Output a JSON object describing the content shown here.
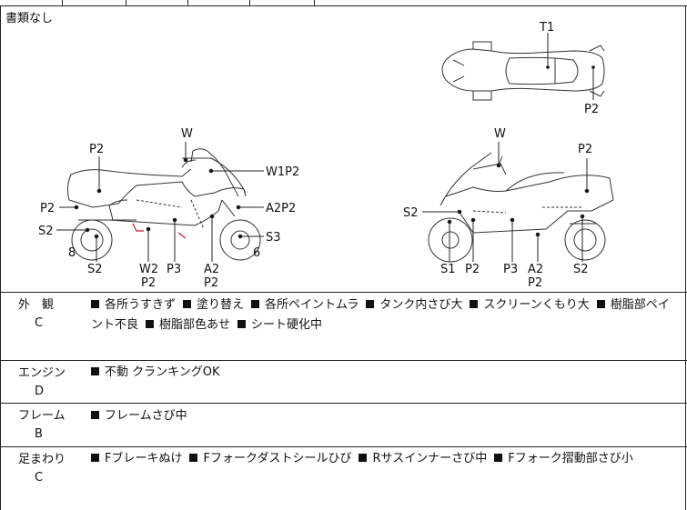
{
  "header": {
    "documents": "書類なし"
  },
  "diagram": {
    "top_view": {
      "labels": [
        "T1",
        "P2"
      ]
    },
    "left_side": {
      "labels": [
        "W",
        "P2",
        "W1P2",
        "P2",
        "A2P2",
        "S2",
        "S3",
        "8",
        "6",
        "S2",
        "W2",
        "P2",
        "P3",
        "A2",
        "P2"
      ]
    },
    "right_side": {
      "labels": [
        "W",
        "P2",
        "S2",
        "S1",
        "P2",
        "P3",
        "A2",
        "P2",
        "S2"
      ]
    }
  },
  "sections": [
    {
      "name": "外　観",
      "grade": "C",
      "items": [
        "各所うすきず",
        "塗り替え",
        "各所ペイントムラ",
        "タンク内さび大",
        "スクリーンくもり大",
        "樹脂部ペイント不良",
        "樹脂部色あせ",
        "シート硬化中"
      ]
    },
    {
      "name": "エンジン",
      "grade": "D",
      "items": [
        "不動 クランキングOK"
      ]
    },
    {
      "name": "フレーム",
      "grade": "B",
      "items": [
        "フレームさび中"
      ]
    },
    {
      "name": "足まわり",
      "grade": "C",
      "items": [
        "Fブレーキぬけ",
        "Fフォークダストシールひび",
        "Rサスインナーさび中",
        "Fフォーク摺動部さび小"
      ]
    }
  ]
}
